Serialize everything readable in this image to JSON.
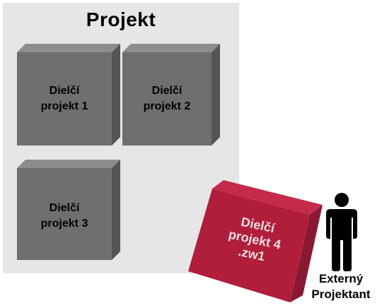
{
  "diagram": {
    "project_title": "Projekt",
    "subprojects": [
      {
        "line1": "Dielčí",
        "line2": "projekt 1"
      },
      {
        "line1": "Dielčí",
        "line2": "projekt 2"
      },
      {
        "line1": "Dielčí",
        "line2": "projekt 3"
      }
    ],
    "external_subproject": {
      "line1": "Dielčí",
      "line2": "projekt 4",
      "line3": ".zw1",
      "color": "#b01e3c"
    },
    "external_person": {
      "icon": "person-icon",
      "line1": "Externý",
      "line2": "Projektant"
    },
    "colors": {
      "panel": "#e6e6e6",
      "cube_front": "#6f6f6f",
      "cube_top": "#8c8c8c",
      "cube_side": "#555555"
    }
  }
}
